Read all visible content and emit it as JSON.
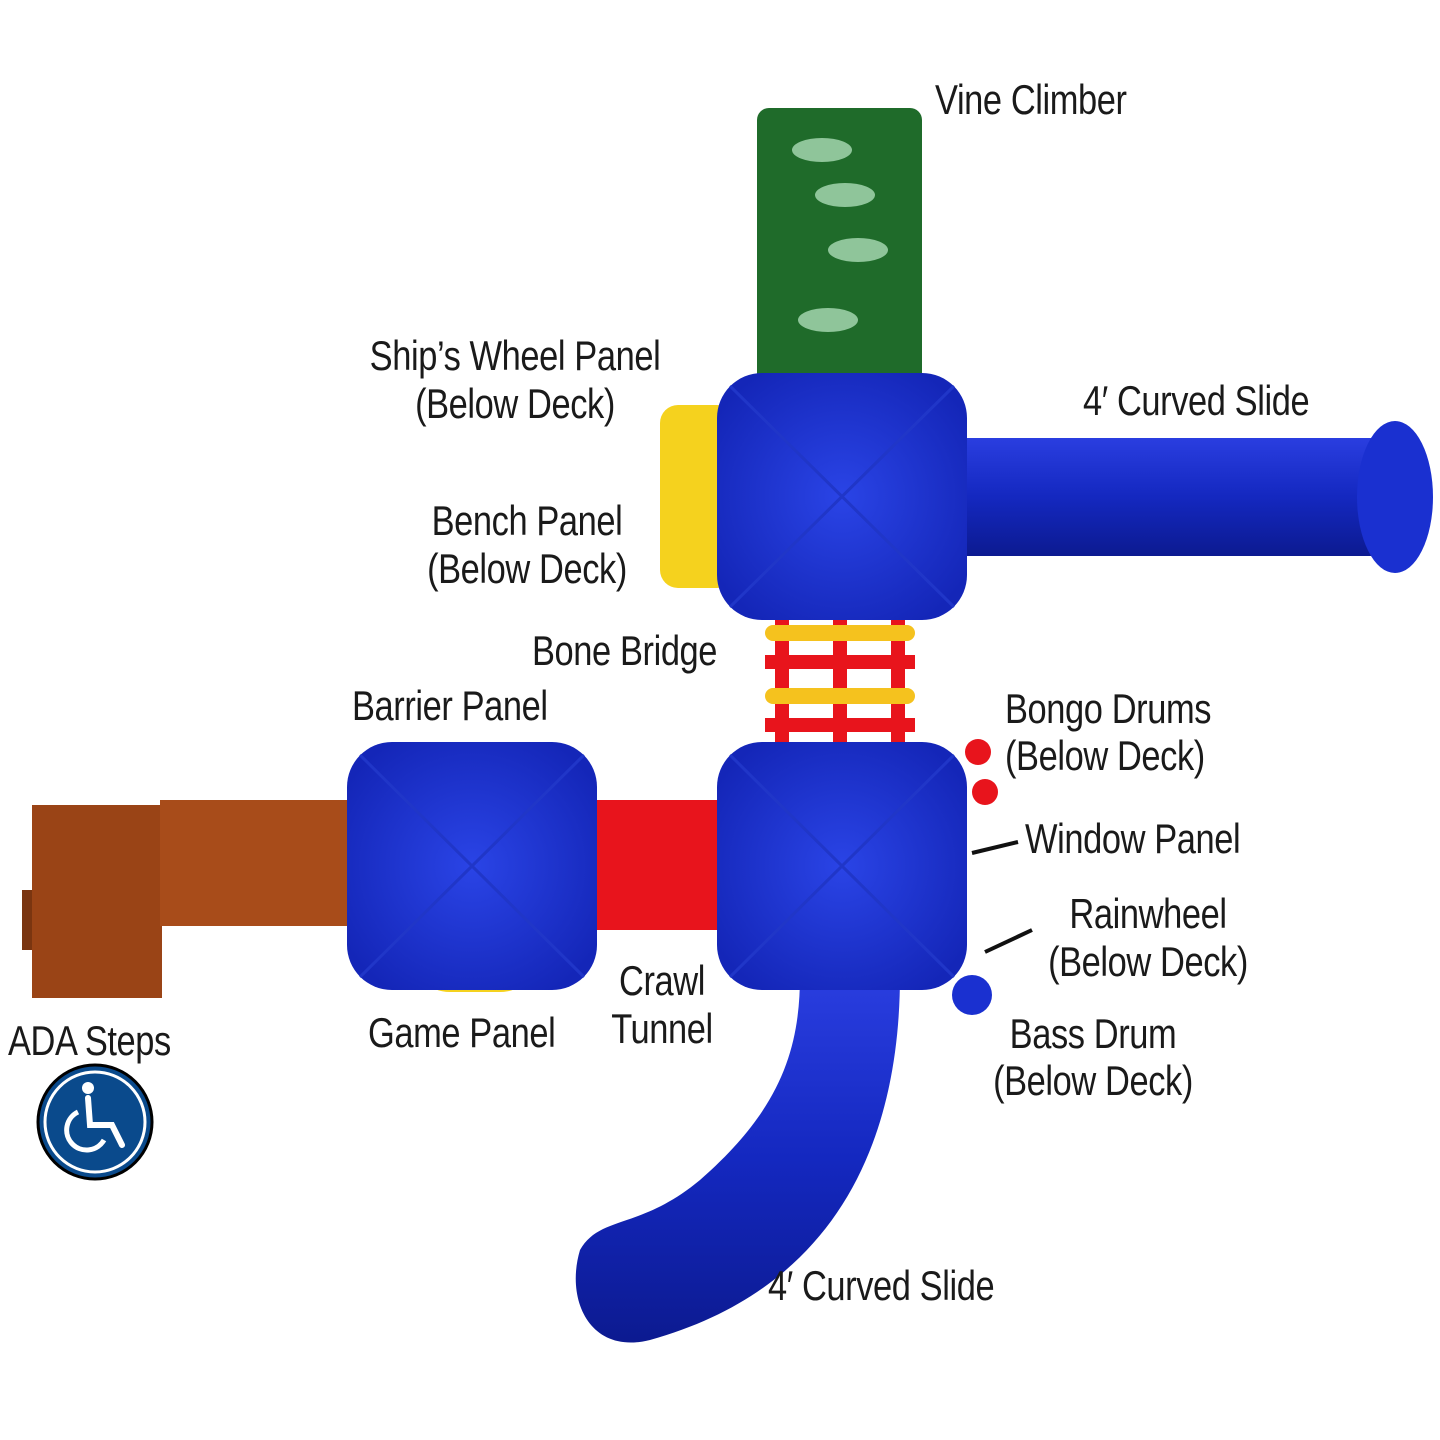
{
  "labels": {
    "vine_climber": "Vine Climber",
    "ships_wheel": [
      "Ship’s Wheel Panel",
      "(Below Deck)"
    ],
    "curved_slide_top": "4′ Curved Slide",
    "bench_panel": [
      "Bench Panel",
      "(Below Deck)"
    ],
    "bone_bridge": "Bone Bridge",
    "barrier_panel": "Barrier Panel",
    "bongo_drums": [
      "Bongo Drums",
      "(Below Deck)"
    ],
    "window_panel": "Window Panel",
    "rainwheel": [
      "Rainwheel",
      "(Below Deck)"
    ],
    "bass_drum": [
      "Bass Drum",
      "(Below Deck)"
    ],
    "ada_steps": "ADA Steps",
    "game_panel": "Game Panel",
    "crawl_tunnel": [
      "Crawl",
      "Tunnel"
    ],
    "curved_slide_bottom": "4′ Curved Slide"
  },
  "colors": {
    "deck_blue": "#1a2fc8",
    "climber_green": "#1f6b2a",
    "tunnel_red": "#e8141c",
    "panel_yellow": "#f5d21e",
    "steps_brown": "#9a4416",
    "ada_blue": "#0a4a8c"
  },
  "icons": {
    "accessibility": "wheelchair-icon"
  }
}
